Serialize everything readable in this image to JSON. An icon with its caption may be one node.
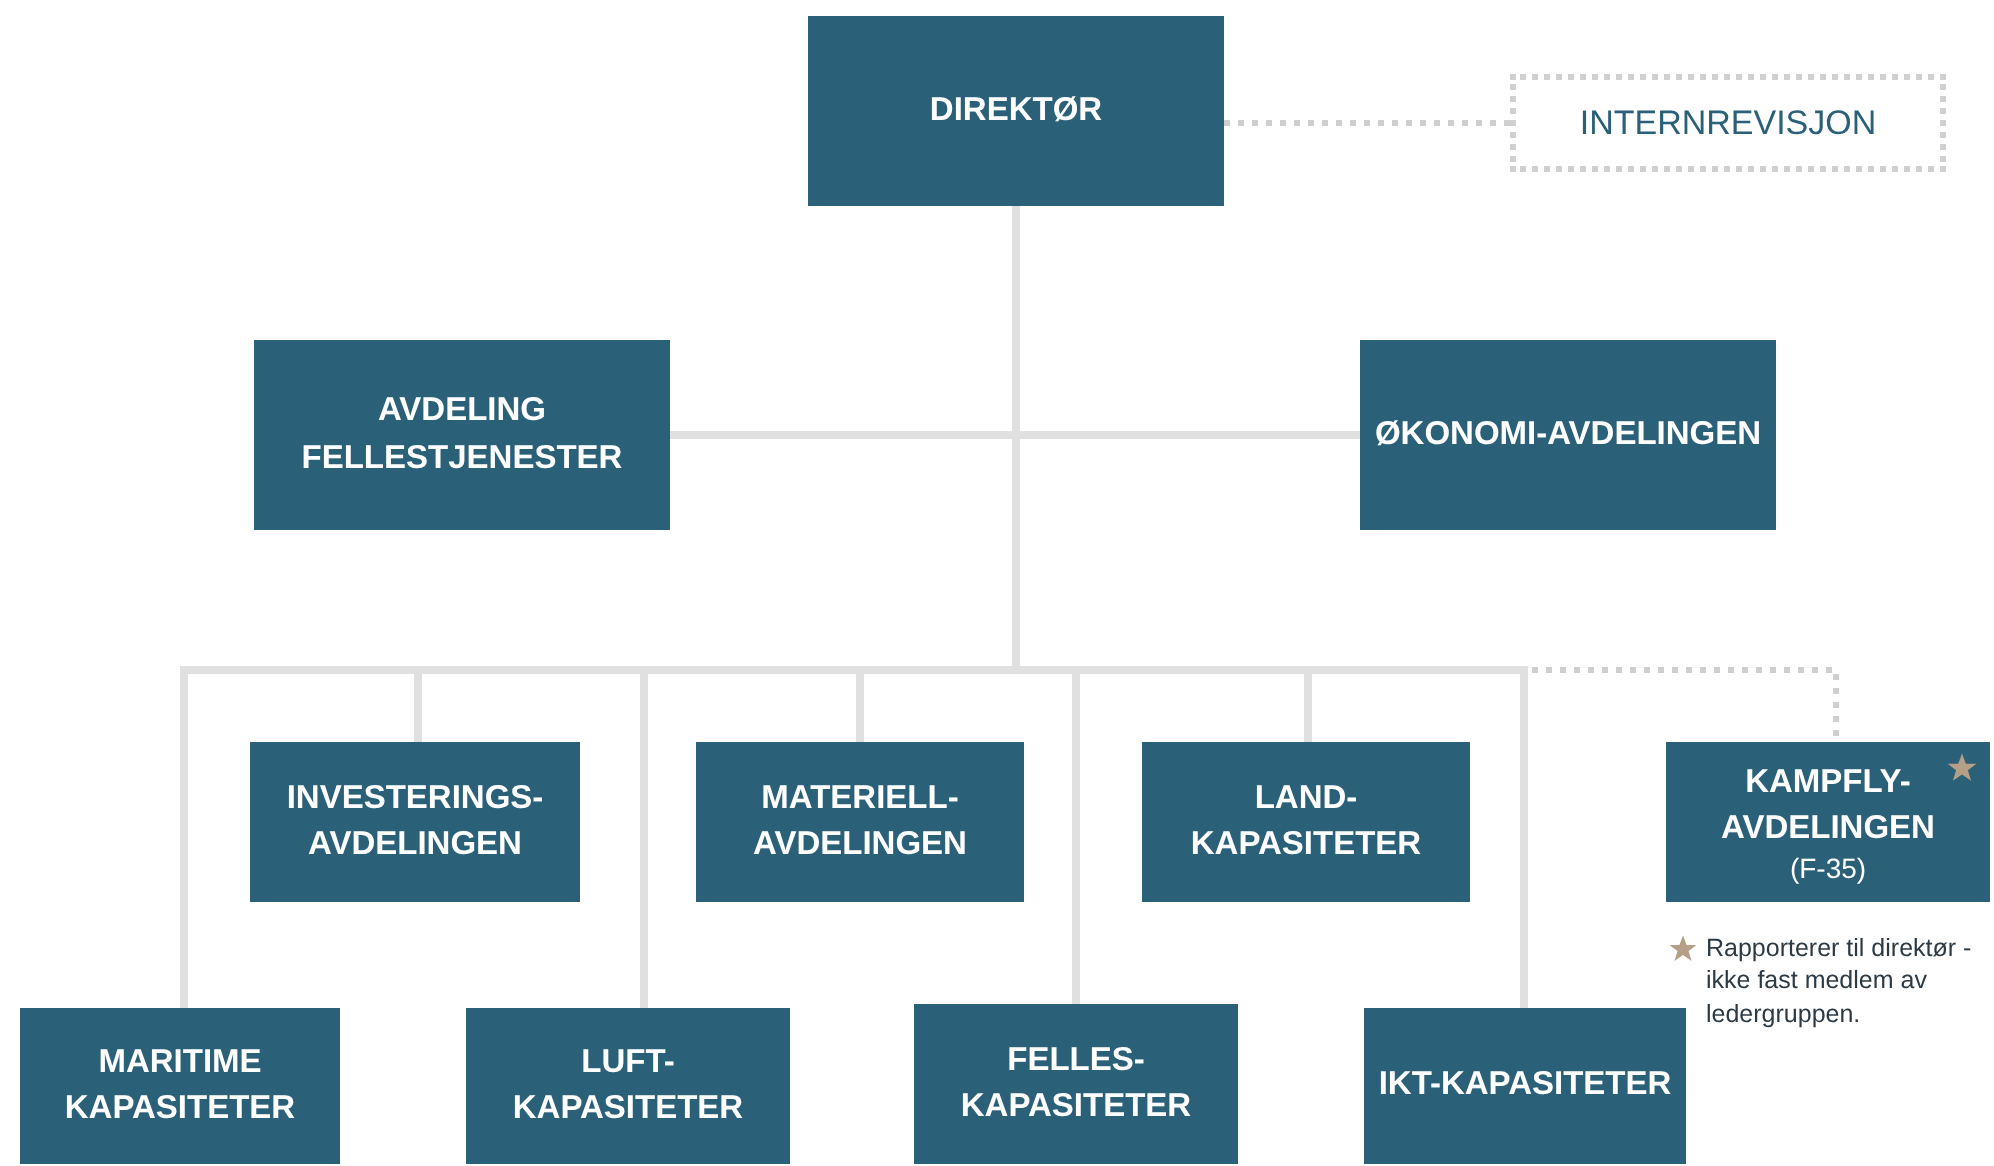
{
  "diagram": {
    "nodes": [
      {
        "text": [
          "DIREKTØR"
        ]
      },
      {
        "text": [
          "INTERNREVISJON"
        ]
      },
      {
        "text": [
          "AVDELING FELLESTJENESTER"
        ]
      },
      {
        "text": [
          "ØKONOMI-AVDELINGEN"
        ]
      },
      {
        "text": [
          "INVESTERINGS-AVDELINGEN"
        ]
      },
      {
        "text": [
          "MATERIELL-AVDELINGEN"
        ]
      },
      {
        "text": [
          "LAND-KAPASITETER"
        ]
      },
      {
        "text": [
          "KAMPFLY-AVDELINGEN",
          "(F-35)"
        ]
      },
      {
        "text": [
          "MARITIME KAPASITETER"
        ]
      },
      {
        "text": [
          "LUFT-KAPASITETER"
        ]
      },
      {
        "text": [
          "FELLES-KAPASITETER"
        ]
      },
      {
        "text": [
          "IKT-KAPASITETER"
        ]
      }
    ],
    "edges": [
      {
        "from": 0,
        "to": 1,
        "arrow": "none",
        "style": "dashed"
      },
      {
        "from": 0,
        "to": 2,
        "arrow": "none"
      },
      {
        "from": 0,
        "to": 3,
        "arrow": "none"
      },
      {
        "from": 0,
        "to": 4,
        "arrow": "none"
      },
      {
        "from": 0,
        "to": 5,
        "arrow": "none"
      },
      {
        "from": 0,
        "to": 6,
        "arrow": "none"
      },
      {
        "from": 0,
        "to": 7,
        "arrow": "none",
        "style": "dashed"
      },
      {
        "from": 0,
        "to": 8,
        "arrow": "none"
      },
      {
        "from": 0,
        "to": 9,
        "arrow": "none"
      },
      {
        "from": 0,
        "to": 10,
        "arrow": "none"
      },
      {
        "from": 0,
        "to": 11,
        "arrow": "none"
      }
    ],
    "labels": [
      "Rapporterer til direktør - ikke fast medlem av ledergruppen."
    ]
  }
}
